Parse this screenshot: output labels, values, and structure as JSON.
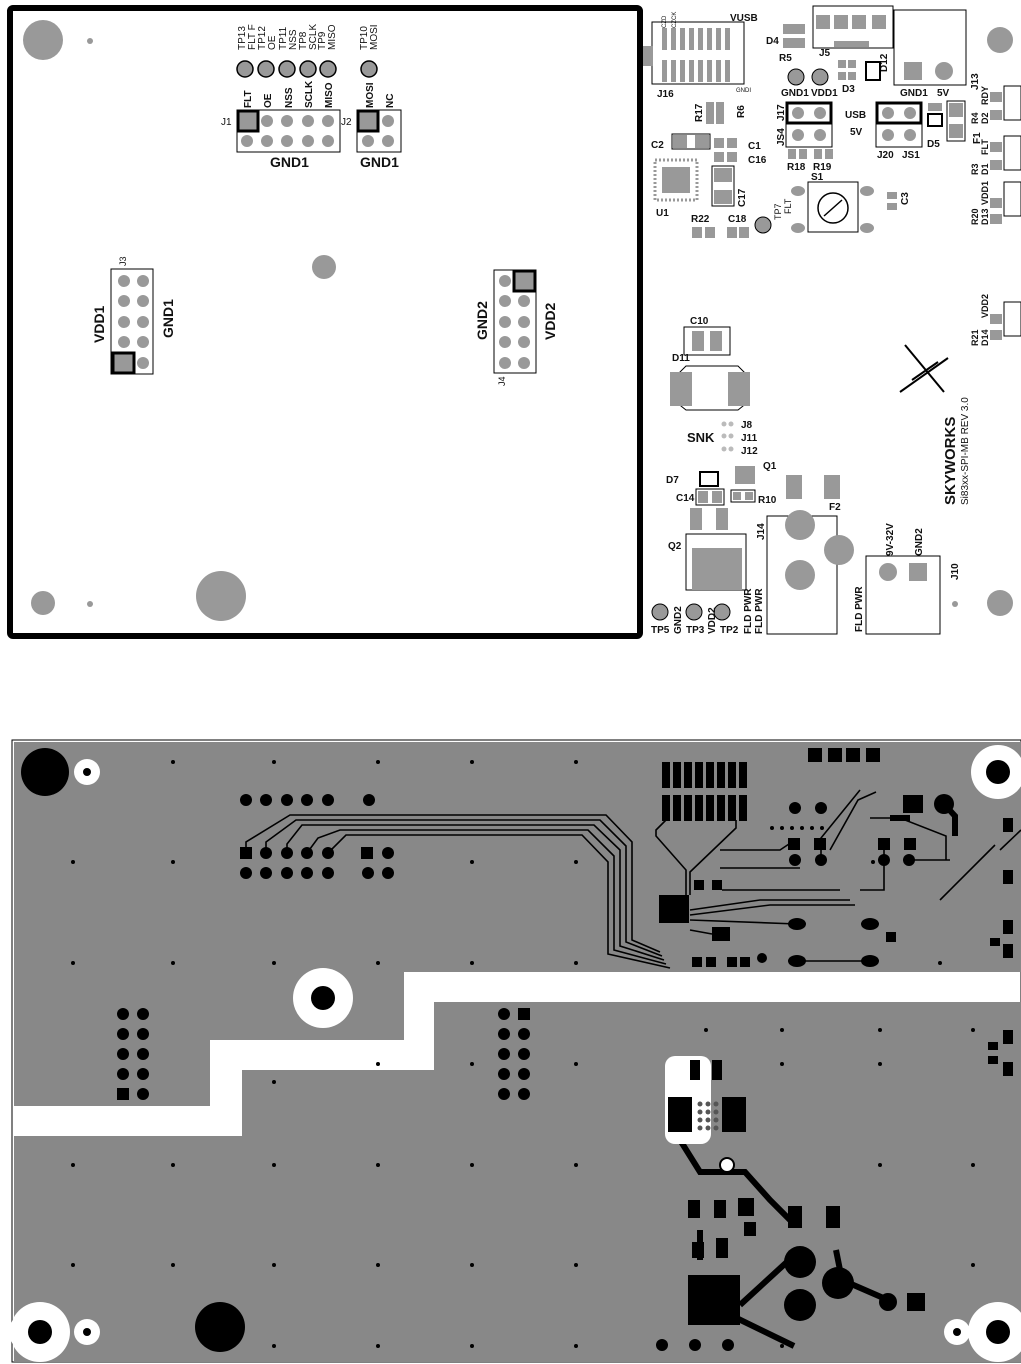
{
  "top": {
    "header_left": [
      "TP13",
      "FLT F",
      "TP12",
      "OE",
      "TP11",
      "NSS",
      "TP8",
      "SCLK",
      "TP9",
      "MISO"
    ],
    "header_right": [
      "TP10",
      "MOSI"
    ],
    "j1_pins": [
      "FLT",
      "OE",
      "NSS",
      "SCLK",
      "MISO"
    ],
    "j2_pins": [
      "MOSI",
      "NC"
    ],
    "j1": "J1",
    "j2": "J2",
    "gnd1_a": "GND1",
    "gnd1_b": "GND1",
    "j3": "J3",
    "vdd1": "VDD1",
    "gnd1_c": "GND1",
    "j4": "J4",
    "gnd2": "GND2",
    "vdd2": "VDD2",
    "j16": "J16",
    "j5": "J5",
    "vusb": "VUSB",
    "d4": "D4",
    "r5": "R5",
    "d12": "D12",
    "d3": "D3",
    "j13": "J13",
    "gnd1_d": "GND1",
    "vdd1_b": "VDD1",
    "gnd1_e": "GND1",
    "v5": "5V",
    "j17": "J17",
    "js4": "JS4",
    "usb": "USB",
    "v5b": "5V",
    "j20": "J20",
    "js1": "JS1",
    "d5": "D5",
    "f1": "F1",
    "r4": "R4",
    "d2": "D2",
    "rdy": "RDY",
    "r17": "R17",
    "r6": "R6",
    "c2": "C2",
    "c1": "C1",
    "c16": "C16",
    "r18": "R18",
    "r19": "R19",
    "s1": "S1",
    "c3": "C3",
    "u1": "U1",
    "c17": "C17",
    "tp7": "TP7",
    "flt": "FLT",
    "r22": "R22",
    "c18": "C18",
    "r3": "R3",
    "d1": "D1",
    "flt2": "FLT",
    "r20": "R20",
    "d13": "D13",
    "vdd1_c": "VDD1",
    "r21": "R21",
    "d14": "D14",
    "vdd2_b": "VDD2",
    "c10": "C10",
    "d11": "D11",
    "snk": "SNK",
    "j8": "J8",
    "j11": "J11",
    "j12": "J12",
    "d7": "D7",
    "q1": "Q1",
    "c14": "C14",
    "r10": "R10",
    "f2": "F2",
    "j14": "J14",
    "q2": "Q2",
    "v9_32": "9V-32V",
    "gnd2_b": "GND2",
    "j10": "J10",
    "fld_pwr": "FLD PWR",
    "tp5": "TP5",
    "gnd2_c": "GND2",
    "tp3": "TP3",
    "vdd2_c": "VDD2",
    "tp2": "TP2",
    "fld_pwr_a": "FLD PWR",
    "fld_pwr_b": "FLD PWR",
    "czd": "CZD",
    "czck": "CZCK",
    "gndi": "GNDI",
    "brand": "SKYWORKS",
    "board": "Si83xx-SPI-MB REV 3.0"
  }
}
